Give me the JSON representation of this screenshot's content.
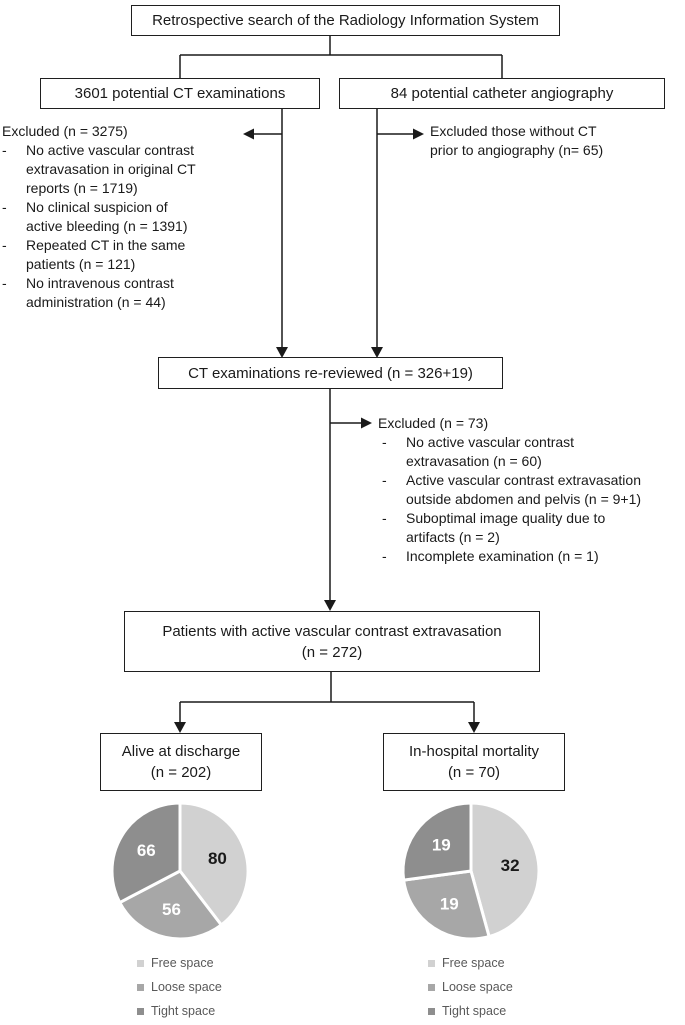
{
  "flowchart": {
    "top_box": "Retrospective search of the Radiology Information System",
    "ct_box": "3601 potential CT examinations",
    "angio_box": "84 potential catheter angiography",
    "excluded_ct": {
      "title": "Excluded (n = 3275)",
      "items": [
        "No active vascular contrast\nextravasation in original CT\nreports (n = 1719)",
        "No clinical suspicion of\nactive bleeding (n = 1391)",
        "Repeated CT in the same\npatients (n = 121)",
        "No intravenous contrast\nadministration (n = 44)"
      ]
    },
    "excluded_angio": "Excluded those without CT\nprior to angiography (n= 65)",
    "rereviewed_box": "CT examinations re-reviewed (n = 326+19)",
    "excluded_rereview": {
      "title": "Excluded (n = 73)",
      "items": [
        "No active vascular contrast\nextravasation (n = 60)",
        "Active vascular contrast extravasation\noutside abdomen and pelvis (n = 9+1)",
        "Suboptimal image quality due to\nartifacts  (n = 2)",
        "Incomplete examination (n = 1)"
      ]
    },
    "patients_box": {
      "line1": "Patients with active vascular contrast extravasation",
      "line2": "(n = 272)"
    },
    "alive_box": {
      "line1": "Alive at discharge",
      "line2": "(n = 202)"
    },
    "mortality_box": {
      "line1": "In-hospital mortality",
      "line2": "(n = 70)"
    }
  },
  "colors": {
    "line": "#1a1a1a",
    "free_space": "#d1d1d1",
    "loose_space": "#a7a7a7",
    "tight_space": "#8e8e8e",
    "legend_text": "#595959"
  },
  "chart_data": [
    {
      "type": "pie",
      "title": "Alive at discharge (n = 202)",
      "total": 202,
      "start_angle_deg": 0,
      "direction": "clockwise",
      "legend_position": "below",
      "slices": [
        {
          "label": "Free space",
          "value": 80,
          "color": "#d1d1d1",
          "label_color": "#1a1a1a"
        },
        {
          "label": "Loose space",
          "value": 56,
          "color": "#a7a7a7",
          "label_color": "#ffffff"
        },
        {
          "label": "Tight space",
          "value": 66,
          "color": "#8e8e8e",
          "label_color": "#ffffff"
        }
      ]
    },
    {
      "type": "pie",
      "title": "In-hospital mortality (n = 70)",
      "total": 70,
      "start_angle_deg": 0,
      "direction": "clockwise",
      "legend_position": "below",
      "slices": [
        {
          "label": "Free space",
          "value": 32,
          "color": "#d1d1d1",
          "label_color": "#1a1a1a"
        },
        {
          "label": "Loose space",
          "value": 19,
          "color": "#a7a7a7",
          "label_color": "#ffffff"
        },
        {
          "label": "Tight space",
          "value": 19,
          "color": "#8e8e8e",
          "label_color": "#ffffff"
        }
      ]
    }
  ]
}
